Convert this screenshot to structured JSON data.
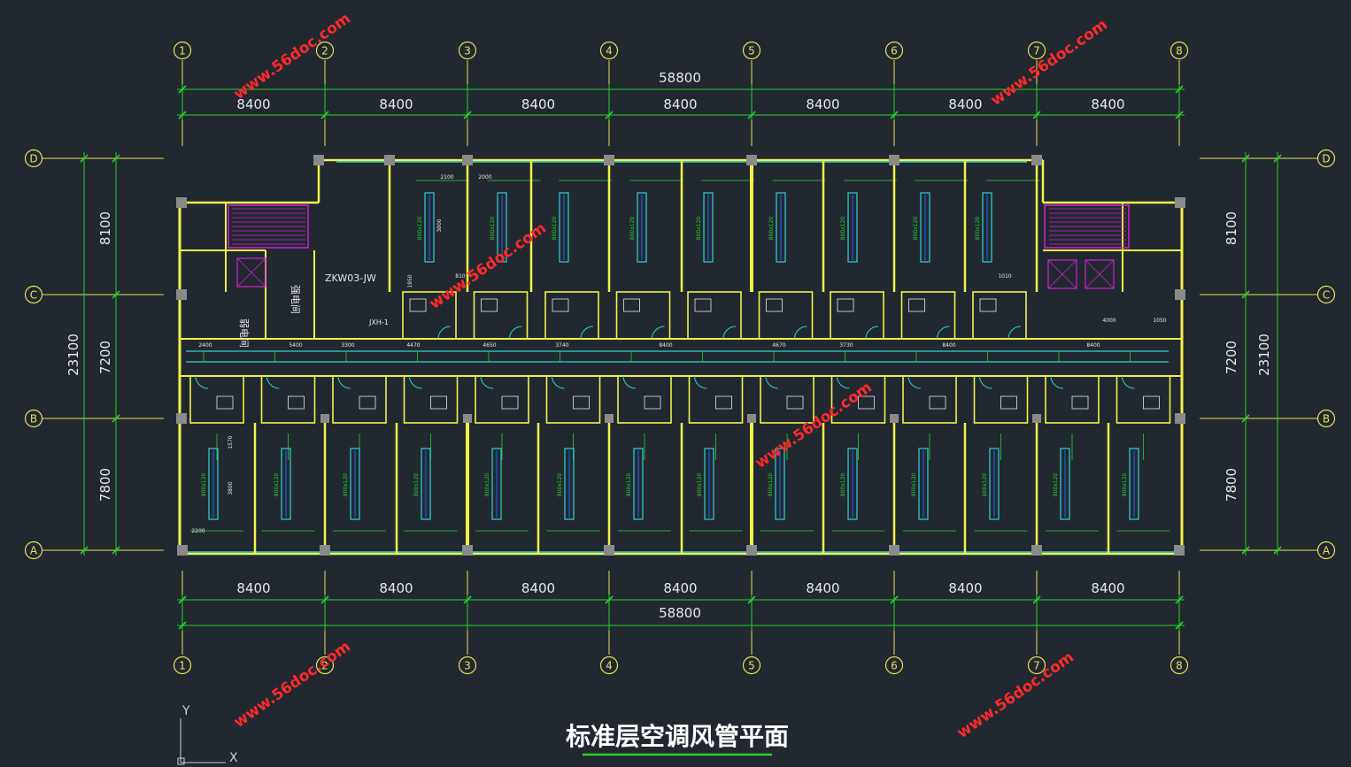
{
  "drawing": {
    "title": "标准层空调风管平面",
    "column_labels": [
      "1",
      "2",
      "3",
      "4",
      "5",
      "6",
      "7",
      "8"
    ],
    "row_labels": [
      "D",
      "C",
      "B",
      "A"
    ],
    "top_total": "58800",
    "top_bays": [
      "8400",
      "8400",
      "8400",
      "8400",
      "8400",
      "8400",
      "8400"
    ],
    "bottom_bays": [
      "8400",
      "8400",
      "8400",
      "8400",
      "8400",
      "8400",
      "8400"
    ],
    "bottom_total": "58800",
    "left_total": "23100",
    "left_spans": [
      "8100",
      "7200",
      "7800"
    ],
    "right_total": "23100",
    "right_spans": [
      "8100",
      "7200",
      "7800"
    ],
    "room_labels": {
      "weak_room": "弱电间",
      "strong_room": "强电间",
      "tag_zkw": "ZKW03-JW",
      "tag_ahu": "JXH-1"
    },
    "corridor_dims": [
      "2400",
      "5400",
      "3300",
      "4470",
      "4650",
      "3740",
      "8400",
      "4670",
      "3730",
      "8400",
      "4000",
      "8400",
      "1050"
    ],
    "duct_label": "800x120",
    "room_dims": [
      "2100",
      "2000",
      "3800",
      "1570",
      "1950",
      "810",
      "1010",
      "2200",
      "3800"
    ],
    "watermark": "www.56doc.com",
    "axis_labels": {
      "y": "Y",
      "x": "X"
    }
  },
  "colors": {
    "background": "#212830",
    "wall": "#f2f24a",
    "grid": "#e8e059",
    "dimension": "#28d228",
    "duct": "#2fd1d1",
    "stair": "#d021d0",
    "watermark": "#ff2a2a"
  }
}
